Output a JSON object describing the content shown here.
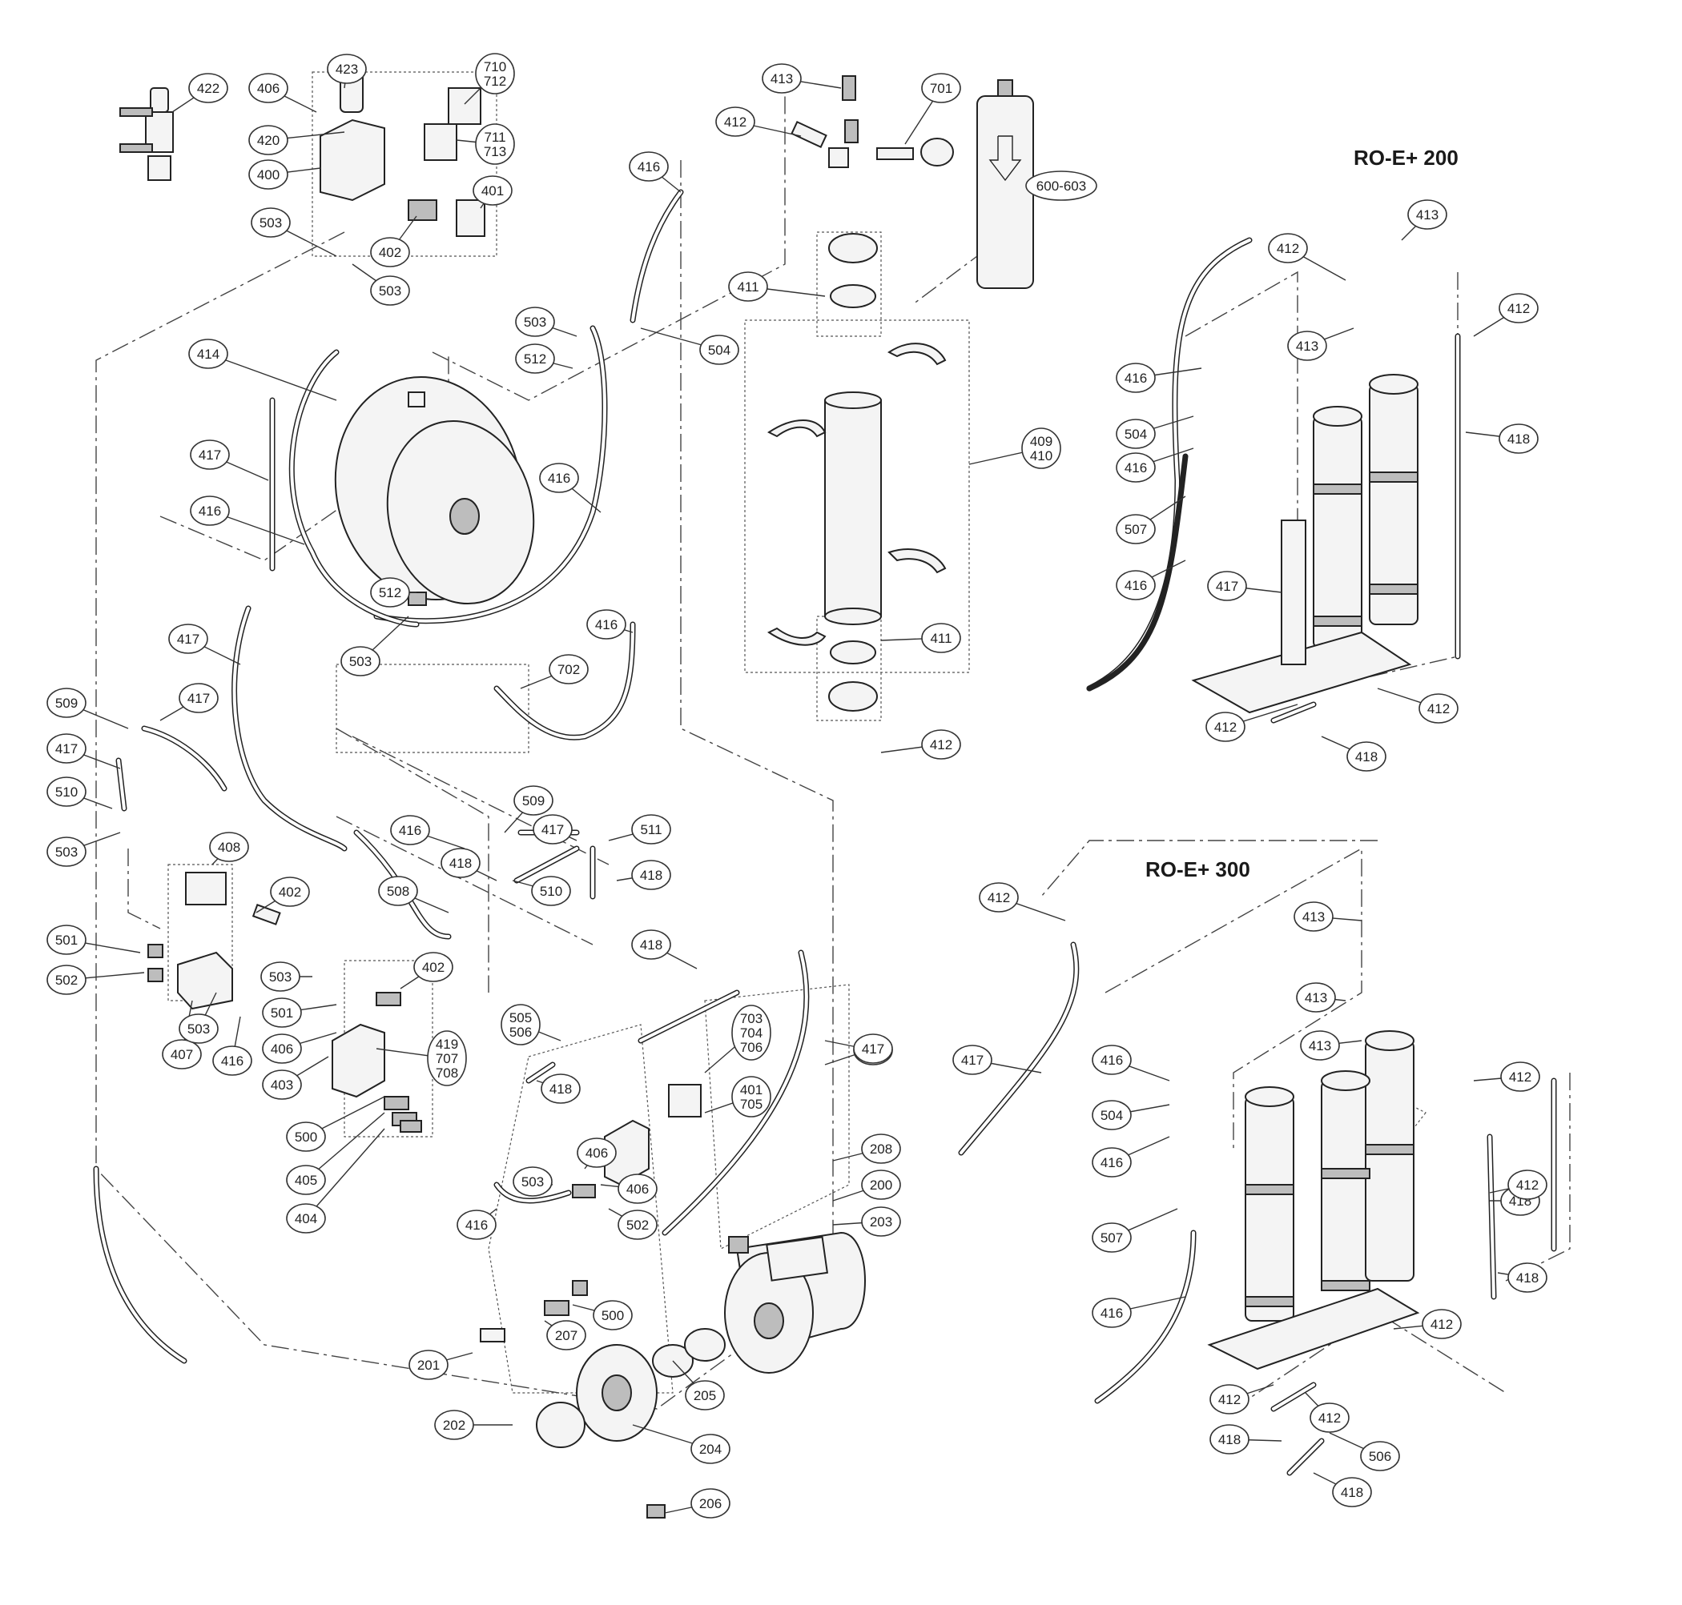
{
  "titles": {
    "ro_200": "RO-E+ 200",
    "ro_300": "RO-E+ 300"
  },
  "callouts": [
    {
      "label": "422"
    },
    {
      "label": "406"
    },
    {
      "label": "423"
    },
    {
      "label": "710\n712"
    },
    {
      "label": "420"
    },
    {
      "label": "711\n713"
    },
    {
      "label": "400"
    },
    {
      "label": "401"
    },
    {
      "label": "503"
    },
    {
      "label": "402"
    },
    {
      "label": "503"
    },
    {
      "label": "413"
    },
    {
      "label": "701"
    },
    {
      "label": "412"
    },
    {
      "label": "416"
    },
    {
      "label": "600-603"
    },
    {
      "label": "411"
    },
    {
      "label": "503"
    },
    {
      "label": "504"
    },
    {
      "label": "512"
    },
    {
      "label": "414"
    },
    {
      "label": "409\n410"
    },
    {
      "label": "417"
    },
    {
      "label": "416"
    },
    {
      "label": "416"
    },
    {
      "label": "512"
    },
    {
      "label": "503"
    },
    {
      "label": "416"
    },
    {
      "label": "411"
    },
    {
      "label": "417"
    },
    {
      "label": "702"
    },
    {
      "label": "509"
    },
    {
      "label": "417"
    },
    {
      "label": "417"
    },
    {
      "label": "412"
    },
    {
      "label": "510"
    },
    {
      "label": "503"
    },
    {
      "label": "408"
    },
    {
      "label": "509"
    },
    {
      "label": "416"
    },
    {
      "label": "417"
    },
    {
      "label": "511"
    },
    {
      "label": "402"
    },
    {
      "label": "418"
    },
    {
      "label": "510"
    },
    {
      "label": "418"
    },
    {
      "label": "508"
    },
    {
      "label": "501"
    },
    {
      "label": "502"
    },
    {
      "label": "402"
    },
    {
      "label": "503"
    },
    {
      "label": "418"
    },
    {
      "label": "406"
    },
    {
      "label": "407"
    },
    {
      "label": "503"
    },
    {
      "label": "501"
    },
    {
      "label": "505\n506"
    },
    {
      "label": "703\n704\n706"
    },
    {
      "label": "416"
    },
    {
      "label": "406"
    },
    {
      "label": "419\n707\n708"
    },
    {
      "label": "417"
    },
    {
      "label": "403"
    },
    {
      "label": "418"
    },
    {
      "label": "401\n705"
    },
    {
      "label": "500"
    },
    {
      "label": "405"
    },
    {
      "label": "404"
    },
    {
      "label": "503"
    },
    {
      "label": "406"
    },
    {
      "label": "208"
    },
    {
      "label": "416"
    },
    {
      "label": "502"
    },
    {
      "label": "200"
    },
    {
      "label": "203"
    },
    {
      "label": "417"
    },
    {
      "label": "500"
    },
    {
      "label": "207"
    },
    {
      "label": "201"
    },
    {
      "label": "205"
    },
    {
      "label": "202"
    },
    {
      "label": "204"
    },
    {
      "label": "206"
    },
    {
      "label": "413"
    },
    {
      "label": "412"
    },
    {
      "label": "412"
    },
    {
      "label": "413"
    },
    {
      "label": "416"
    },
    {
      "label": "504"
    },
    {
      "label": "418"
    },
    {
      "label": "416"
    },
    {
      "label": "507"
    },
    {
      "label": "416"
    },
    {
      "label": "417"
    },
    {
      "label": "412"
    },
    {
      "label": "412"
    },
    {
      "label": "418"
    },
    {
      "label": "412"
    },
    {
      "label": "413"
    },
    {
      "label": "413"
    },
    {
      "label": "417"
    },
    {
      "label": "413"
    },
    {
      "label": "416"
    },
    {
      "label": "504"
    },
    {
      "label": "412"
    },
    {
      "label": "416"
    },
    {
      "label": "418"
    },
    {
      "label": "412"
    },
    {
      "label": "507"
    },
    {
      "label": "418"
    },
    {
      "label": "416"
    },
    {
      "label": "412"
    },
    {
      "label": "412"
    },
    {
      "label": "412"
    },
    {
      "label": "418"
    },
    {
      "label": "506"
    },
    {
      "label": "418"
    }
  ]
}
